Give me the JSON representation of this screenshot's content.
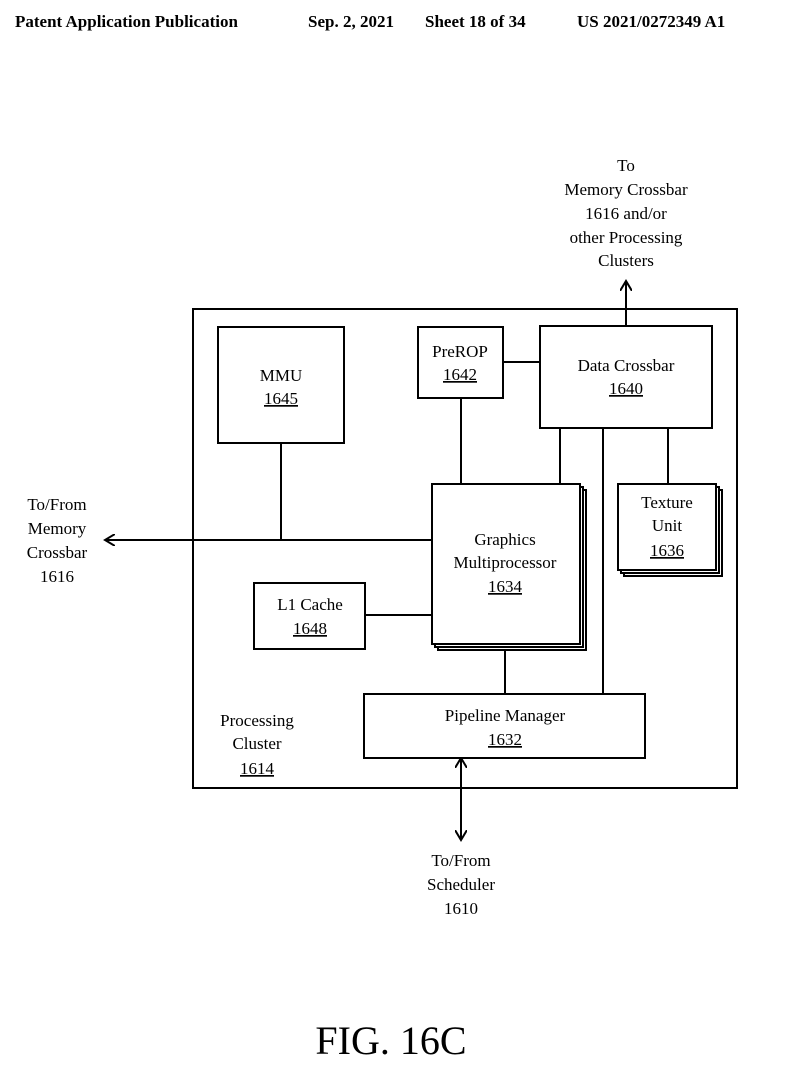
{
  "header": {
    "publication": "Patent Application Publication",
    "date": "Sep. 2, 2021",
    "sheet": "Sheet 18 of 34",
    "number": "US 2021/0272349 A1"
  },
  "diagram": {
    "out_top": [
      "To",
      "Memory Crossbar",
      "1616 and/or",
      "other Processing",
      "Clusters"
    ],
    "out_left": [
      "To/From",
      "Memory",
      "Crossbar",
      "1616"
    ],
    "out_bottom": [
      "To/From",
      "Scheduler",
      "1610"
    ],
    "mmu": {
      "label": "MMU",
      "ref": "1645"
    },
    "prerop": {
      "label": "PreROP",
      "ref": "1642"
    },
    "data_crossbar": {
      "label": "Data Crossbar",
      "ref": "1640"
    },
    "texture_unit": {
      "label1": "Texture",
      "label2": "Unit",
      "ref": "1636"
    },
    "graphics_mp": {
      "label1": "Graphics",
      "label2": "Multiprocessor",
      "ref": "1634"
    },
    "l1_cache": {
      "label": "L1 Cache",
      "ref": "1648"
    },
    "pipeline_manager": {
      "label": "Pipeline Manager",
      "ref": "1632"
    },
    "processing_cluster": {
      "label1": "Processing",
      "label2": "Cluster",
      "ref": "1614"
    }
  },
  "figure_label": "FIG. 16C"
}
